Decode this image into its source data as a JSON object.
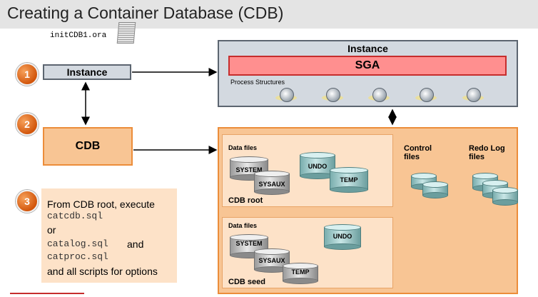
{
  "title": "Creating a Container Database (CDB)",
  "init_file": "initCDB1.ora",
  "steps": [
    "1",
    "2",
    "3"
  ],
  "instance_small_label": "Instance",
  "cdb_small_label": "CDB",
  "instance_big": {
    "title": "Instance",
    "sga_label": "SGA",
    "process_label": "Process Structures"
  },
  "step3": {
    "line1": "From CDB root, execute",
    "script1": "catcdb.sql",
    "or": "or",
    "script2": "catalog.sql",
    "and": "and",
    "script3": "catproc.sql",
    "last": "and all scripts for options"
  },
  "cdb_root": {
    "data_files": "Data files",
    "system": "SYSTEM",
    "sysaux": "SYSAUX",
    "undo": "UNDO",
    "temp": "TEMP",
    "name": "CDB root"
  },
  "cdb_seed": {
    "data_files": "Data files",
    "system": "SYSTEM",
    "sysaux": "SYSAUX",
    "undo": "UNDO",
    "temp": "TEMP",
    "name": "CDB seed"
  },
  "control_files": "Control files",
  "redo_log_files": "Redo Log files",
  "colors": {
    "orange_fill": "#f8c594",
    "orange_border": "#ec8d3a",
    "light_orange": "#fde2c8",
    "instance_fill": "#d3d9e0",
    "sga_fill": "#ff8f8f",
    "accent_red": "#c62d2d"
  }
}
